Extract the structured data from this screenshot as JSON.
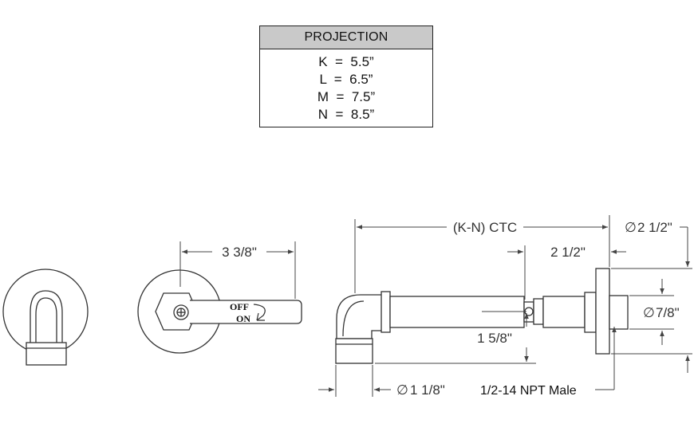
{
  "projection_table": {
    "header": "PROJECTION",
    "rows": [
      "K  =  5.5”",
      "L  =  6.5”",
      "M  =  7.5”",
      "N  =  8.5”"
    ]
  },
  "dimensions": {
    "lever_length": "3 3/8\"",
    "ctc": "(K-N) CTC",
    "flange_offset": "2 1/2\"",
    "flange_dia": "2 1/2\"",
    "spout_rise": "1 5/8\"",
    "outlet_dia": "7/8\"",
    "inlet_dia": "1 1/8\"",
    "thread_note": "1/2-14 NPT Male"
  },
  "lever_labels": {
    "off": "OFF",
    "on": "ON"
  },
  "symbols": {
    "diameter": "∅"
  }
}
